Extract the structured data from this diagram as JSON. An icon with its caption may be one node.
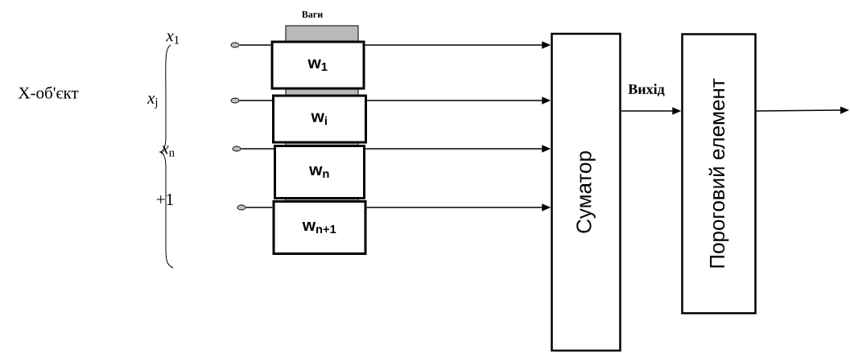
{
  "diagram": {
    "nodes": [
      {
        "text": [],
        "shape": "circle"
      },
      {
        "text": [],
        "shape": "circle"
      },
      {
        "text": [],
        "shape": "circle"
      },
      {
        "text": [],
        "shape": "circle"
      },
      {
        "text": [
          "w$_{1}$"
        ]
      },
      {
        "text": [
          "w$_{i}$"
        ]
      },
      {
        "text": [
          "w$_{n}$"
        ]
      },
      {
        "text": [
          "w$_{n+1}$"
        ]
      },
      {
        "text": [
          "Суматор"
        ]
      },
      {
        "text": [
          "Пороговий елемент"
        ]
      }
    ],
    "edges": [
      {
        "from": 0,
        "to": 4,
        "arrow": "none"
      },
      {
        "from": 1,
        "to": 5,
        "arrow": "none"
      },
      {
        "from": 2,
        "to": 6,
        "arrow": "none"
      },
      {
        "from": 3,
        "to": 7,
        "arrow": "none"
      },
      {
        "from": 4,
        "to": 8,
        "arrow": "to"
      },
      {
        "from": 5,
        "to": 8,
        "arrow": "to"
      },
      {
        "from": 6,
        "to": 8,
        "arrow": "to"
      },
      {
        "from": 7,
        "to": 8,
        "arrow": "to"
      },
      {
        "from": 8,
        "to": 9,
        "arrow": "to",
        "label": "Вихід"
      },
      {
        "from": 9,
        "to": null,
        "arrow": "to"
      }
    ],
    "labels": [
      "Ваги",
      "*x*$_{1}$",
      "X-об'єкт",
      "*x*$_{j}$",
      "*x*$_{n}$",
      "+1"
    ]
  }
}
